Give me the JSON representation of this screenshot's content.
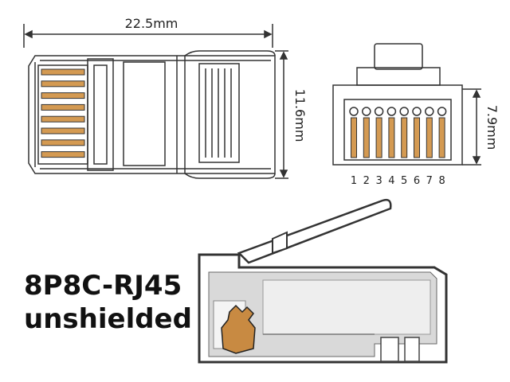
{
  "dimensions": {
    "length": "22.5mm",
    "height": "11.6mm",
    "front_height": "7.9mm"
  },
  "pin_numbers": [
    "1",
    "2",
    "3",
    "4",
    "5",
    "6",
    "7",
    "8"
  ],
  "caption": {
    "line1": "8P8C-RJ45",
    "line2": "unshielded"
  },
  "colors": {
    "contact": "#d49a52",
    "outline": "#333333",
    "body_gray": "#d9d9d9",
    "clip_orange": "#c88a42"
  }
}
